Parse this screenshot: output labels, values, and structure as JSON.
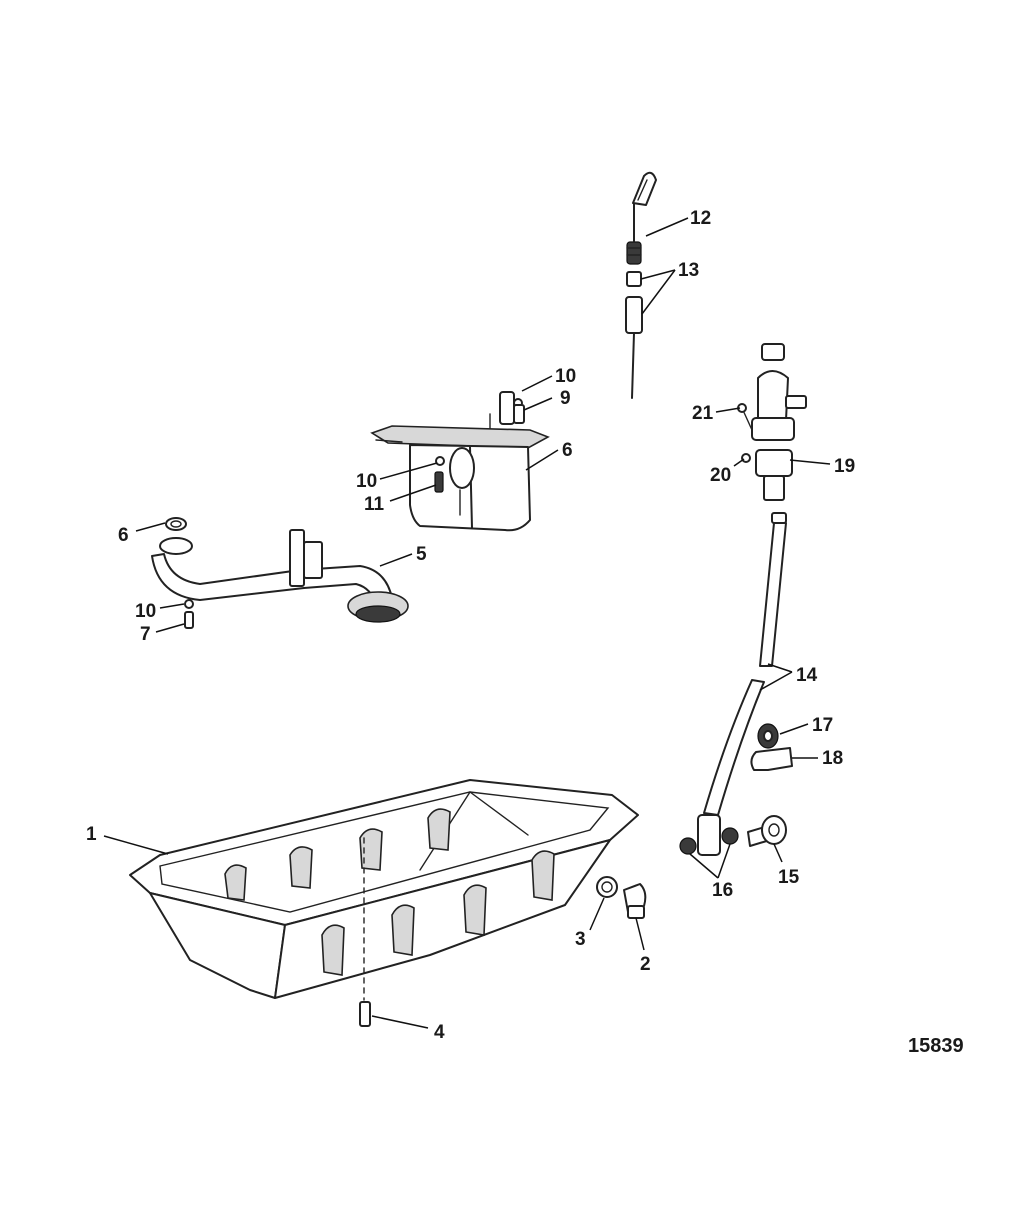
{
  "callouts": {
    "c1": "1",
    "c2": "2",
    "c3": "3",
    "c4": "4",
    "c5": "5",
    "c6a": "6",
    "c6b": "6",
    "c7": "7",
    "c9": "9",
    "c10a": "10",
    "c10b": "10",
    "c10c": "10",
    "c11": "11",
    "c12": "12",
    "c13": "13",
    "c14": "14",
    "c15": "15",
    "c16": "16",
    "c17": "17",
    "c18": "18",
    "c19": "19",
    "c20": "20",
    "c21": "21"
  },
  "figure_number": "15839",
  "colors": {
    "line": "#222222",
    "background": "#ffffff",
    "shade": "#d8d8d8"
  }
}
